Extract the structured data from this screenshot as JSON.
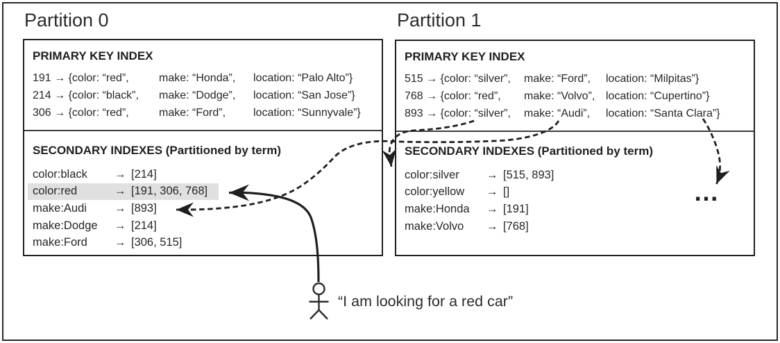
{
  "colors": {
    "ink": "#262626",
    "line": "#1f1f1f",
    "highlight": "#e0e0e0"
  },
  "glyphs": {
    "arrow": "→",
    "ellipsis": "…"
  },
  "partitions": [
    {
      "title": "Partition 0",
      "primary_header": "PRIMARY KEY INDEX",
      "primary_rows": [
        [
          "191 → {color: “red”,",
          "make: “Honda”,",
          "location: “Palo Alto”}"
        ],
        [
          "214 → {color: “black”,",
          "make: “Dodge”,",
          "location: “San Jose”}"
        ],
        [
          "306 → {color: “red”,",
          "make: “Ford”,",
          "location: “Sunnyvale”}"
        ]
      ],
      "secondary_header": "SECONDARY INDEXES (Partitioned by term)",
      "secondary_rows": [
        {
          "term": "color:black",
          "refs": "[214]"
        },
        {
          "term": "color:red",
          "refs": "[191, 306, 768]",
          "highlight": true
        },
        {
          "term": "make:Audi",
          "refs": "[893]"
        },
        {
          "term": "make:Dodge",
          "refs": "[214]"
        },
        {
          "term": "make:Ford",
          "refs": "[306, 515]"
        }
      ]
    },
    {
      "title": "Partition 1",
      "primary_header": "PRIMARY KEY INDEX",
      "primary_rows": [
        [
          "515 → {color: “silver”,",
          "make: “Ford”,",
          "location: “Milpitas”}"
        ],
        [
          "768 → {color: “red”,",
          "make: “Volvo”,",
          "location: “Cupertino”}"
        ],
        [
          "893 → {color: “silver”,",
          "make: “Audi”,",
          "location: “Santa Clara”}"
        ]
      ],
      "secondary_header": "SECONDARY INDEXES (Partitioned by term)",
      "secondary_rows": [
        {
          "term": "color:silver",
          "refs": "[515, 893]"
        },
        {
          "term": "color:yellow",
          "refs": "[]"
        },
        {
          "term": "make:Honda",
          "refs": "[191]"
        },
        {
          "term": "make:Volvo",
          "refs": "[768]"
        }
      ]
    }
  ],
  "client": {
    "quote": "“I am looking for a red car”"
  }
}
